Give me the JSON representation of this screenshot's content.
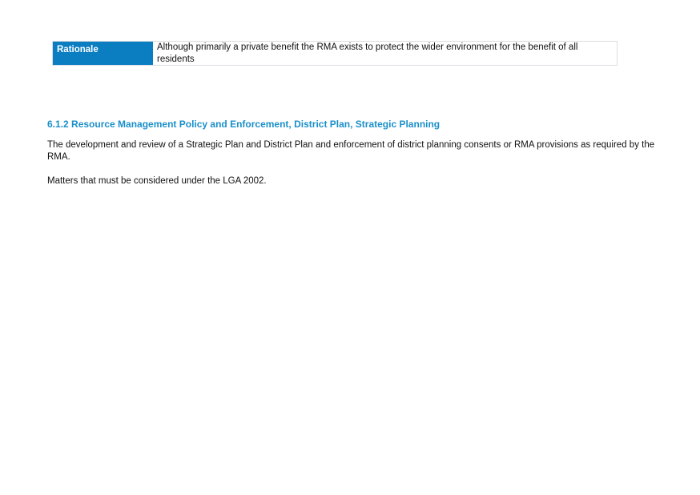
{
  "rationale": {
    "label": "Rationale",
    "text": "Although primarily a private benefit the RMA exists to protect the wider environment for the benefit of all residents"
  },
  "section": {
    "heading": "6.1.2 Resource Management Policy and Enforcement, District Plan, Strategic Planning",
    "paragraphs": [
      "The development and review of a Strategic Plan and District Plan and enforcement of district planning consents or RMA provisions as required by the RMA.",
      "Matters that must be considered under the LGA 2002."
    ]
  },
  "colors": {
    "label_background": "#0b7dc1",
    "heading": "#1a8fc9"
  }
}
